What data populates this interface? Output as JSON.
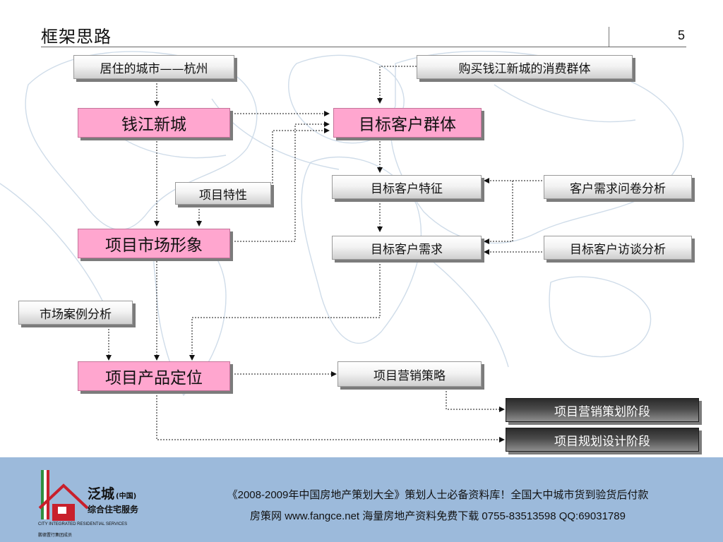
{
  "header": {
    "title": "框架思路",
    "page_number": "5"
  },
  "nodes": {
    "city": "居住的城市——杭州",
    "consumer_group": "购买钱江新城的消费群体",
    "qianjiang": "钱江新城",
    "target_group": "目标客户群体",
    "target_features": "目标客户特征",
    "questionnaire": "客户需求问卷分析",
    "project_features": "项目特性",
    "market_image": "项目市场形象",
    "target_needs": "目标客户需求",
    "interview": "目标客户访谈分析",
    "case_analysis": "市场案例分析",
    "positioning": "项目产品定位",
    "marketing_strategy": "项目营销策略",
    "marketing_stage": "项目营销策划阶段",
    "design_stage": "项目规划设计阶段"
  },
  "footer": {
    "line1": "《2008-2009年中国房地产策划大全》策划人士必备资料库！全国大中城市货到验货后付款",
    "line2": "房策网 www.fangce.net  海量房地产资料免费下载   0755-83513598  QQ:69031789"
  },
  "logo": {
    "brand": "泛城",
    "brand_suffix": "(中国)",
    "tagline": "综合住宅服务",
    "english": "CITY INTEGRATED RESIDENTIAL SERVICES",
    "note": "鹏德置行集团成员"
  },
  "colors": {
    "pink_box": "#ffa6cf",
    "grey_box": "#e6e6e6",
    "dark_box": "#3c3c3c",
    "footer_band": "#9cbadb",
    "logo_green": "#2f8f3f",
    "logo_red": "#c8202c"
  }
}
